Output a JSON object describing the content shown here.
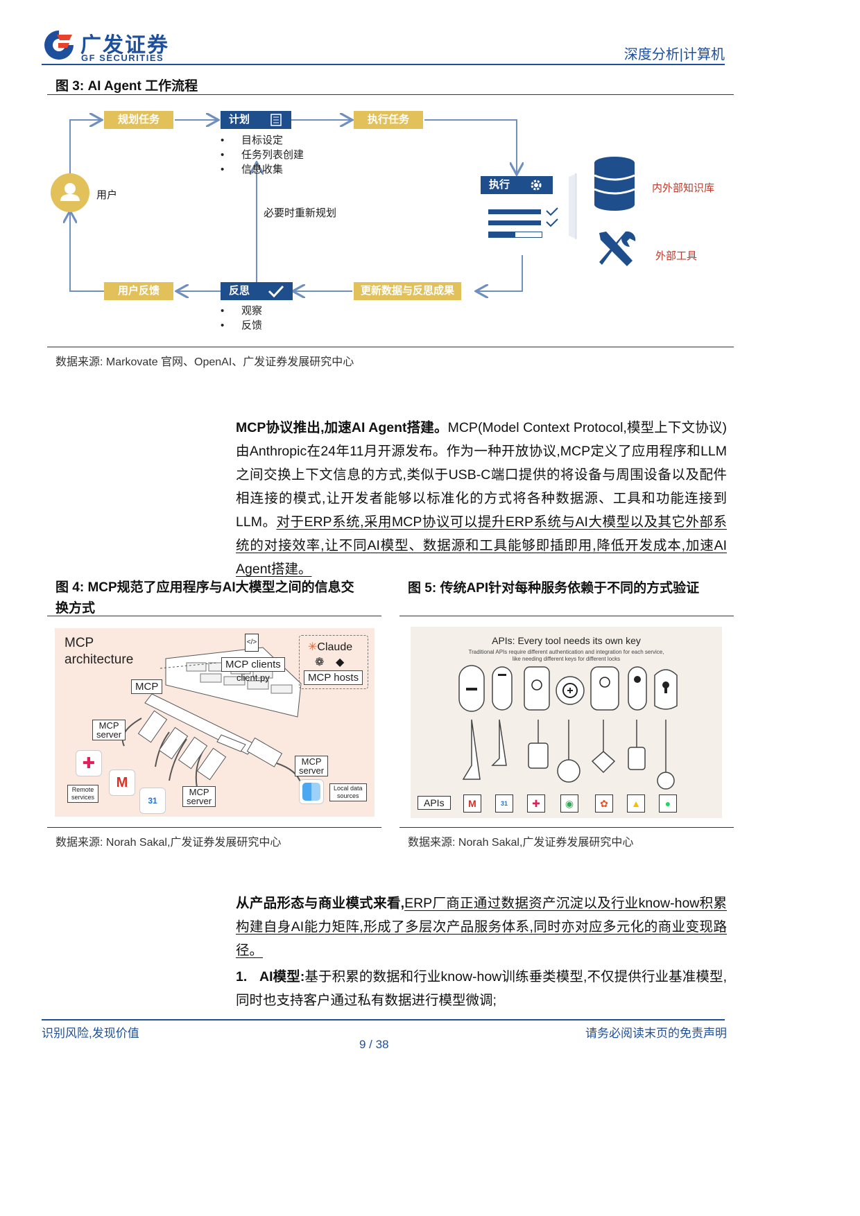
{
  "header": {
    "logo_cn": "广发证券",
    "logo_en": "GF SECURITIES",
    "section": "深度分析|计算机"
  },
  "fig3": {
    "title": "图 3:  AI Agent  工作流程",
    "user": "用户",
    "plan_task": "规划任务",
    "plan": "计划",
    "plan_items": [
      "目标设定",
      "任务列表创建",
      "信息收集"
    ],
    "exec_task": "执行任务",
    "execute": "执行",
    "replan": "必要时重新规划",
    "kb": "内外部知识库",
    "tools": "外部工具",
    "user_feedback": "用户反馈",
    "reflect": "反思",
    "reflect_items": [
      "观察",
      "反馈"
    ],
    "update": "更新数据与反思成果",
    "source": "数据来源:  Markovate 官网、OpenAI、广发证券发展研究中心"
  },
  "para1": {
    "lead": "MCP协议推出,加速AI Agent搭建。",
    "body": "MCP(Model Context Protocol,模型上下文协议)由Anthropic在24年11月开源发布。作为一种开放协议,MCP定义了应用程序和LLM之间交换上下文信息的方式,类似于USB-C端口提供的将设备与周围设备以及配件相连接的模式,让开发者能够以标准化的方式将各种数据源、工具和功能连接到LLM。",
    "underline": "对于ERP系统,采用MCP协议可以提升ERP系统与AI大模型以及其它外部系统的对接效率,让不同AI模型、数据源和工具能够即插即用,降低开发成本,加速AI Agent搭建。"
  },
  "fig4": {
    "title_line1": "图 4:  MCP规范了应用程序与AI大模型之间的信息交",
    "title_line2": "换方式",
    "arch_line1": "MCP",
    "arch_line2": "architecture",
    "mcp_clients": "MCP clients",
    "client_py": "client.py",
    "claude": "Claude",
    "mcp_hosts": "MCP hosts",
    "mcp": "MCP",
    "mcp_server_a_1": "MCP",
    "mcp_server_a_2": "server",
    "mcp_server_b_1": "MCP",
    "mcp_server_b_2": "server",
    "mcp_server_c_1": "MCP",
    "mcp_server_c_2": "server",
    "remote_1": "Remote",
    "remote_2": "services",
    "local_1": "Local data",
    "local_2": "sources",
    "cal_num": "31",
    "source": "数据来源:  Norah Sakal,广发证券发展研究中心"
  },
  "fig5": {
    "title": "图 5:  传统API针对每种服务依赖于不同的方式验证",
    "heading": "APIs: Every tool needs its own key",
    "sub_line1": "Traditional APIs require different authentication and integration for each service,",
    "sub_line2": "like needing different keys for different locks",
    "apis": "APIs",
    "cal_num": "31",
    "source": "数据来源:  Norah Sakal,广发证券发展研究中心"
  },
  "para2": {
    "lead": "从产品形态与商业模式来看,",
    "underline": "ERP厂商正通过数据资产沉淀以及行业know-how积累构建自身AI能力矩阵,形成了多层次产品服务体系,同时亦对应多元化的商业变现路径。"
  },
  "item1": {
    "num": "1.",
    "label": "AI模型:",
    "text": "基于积累的数据和行业know-how训练垂类模型,不仅提供行业基准模型,同时也支持客户通过私有数据进行模型微调;"
  },
  "footer": {
    "left": "识别风险,发现价值",
    "page": "9 / 38",
    "right": "请务必阅读末页的免责声明"
  }
}
